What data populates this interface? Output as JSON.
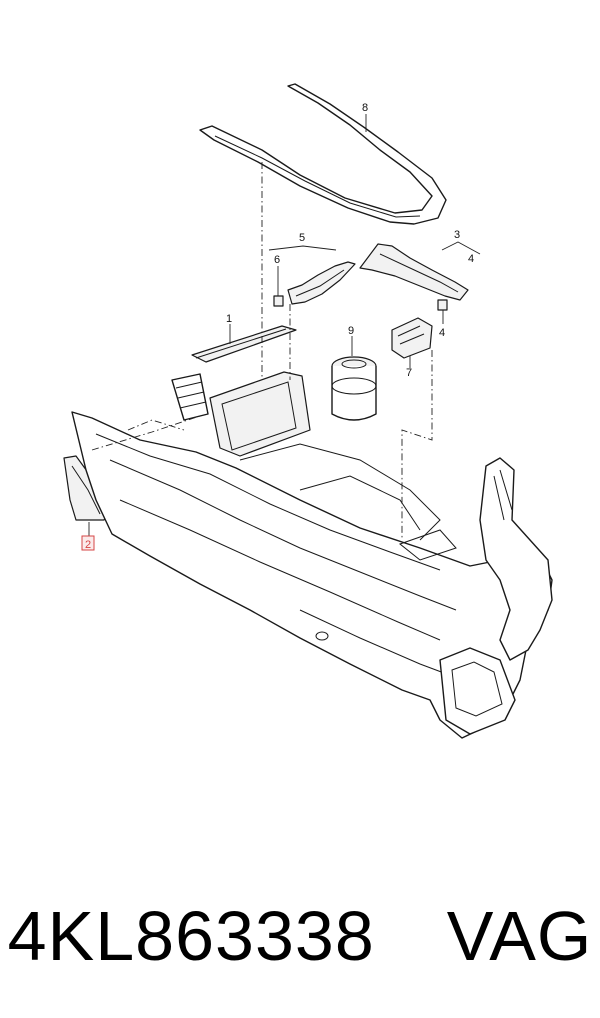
{
  "callouts": {
    "c1": "1",
    "c2": "2",
    "c3": "3",
    "c4a": "4",
    "c4b": "4",
    "c5": "5",
    "c6": "6",
    "c7": "7",
    "c8": "8",
    "c9": "9"
  },
  "highlight_color": "#d64545",
  "caption": {
    "part_number": "4KL863338",
    "brand": "VAG"
  }
}
